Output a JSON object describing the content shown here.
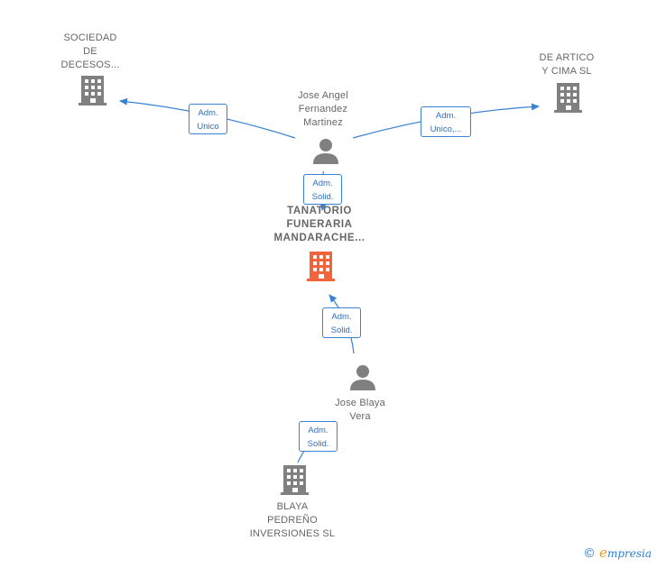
{
  "nodes": {
    "sociedad": {
      "label": "SOCIEDAD\nDE\nDECESOS..."
    },
    "de_artico": {
      "label": "DE ARTICO\nY CIMA  SL"
    },
    "jose_angel": {
      "label": "Jose Angel\nFernandez\nMartinez"
    },
    "tanatorio": {
      "label": "TANATORIO\nFUNERARIA\nMANDARACHE..."
    },
    "jose_blaya": {
      "label": "Jose Blaya\nVera"
    },
    "blaya_pedreno": {
      "label": "BLAYA\nPEDREÑO\nINVERSIONES SL"
    }
  },
  "edges": {
    "e1": {
      "label": "Adm.\nUnico"
    },
    "e2": {
      "label": "Adm.\nUnico,..."
    },
    "e3": {
      "label": "Adm.\nSolid."
    },
    "e4": {
      "label": "Adm.\nSolid."
    },
    "e5": {
      "label": "Adm.\nSolid."
    }
  },
  "colors": {
    "edge": "#3a82d4",
    "company": "#808080",
    "company_highlight": "#f0653b",
    "person": "#808080"
  },
  "watermark": {
    "symbol": "©",
    "brand_initial": "e",
    "brand_rest": "mpresia"
  }
}
